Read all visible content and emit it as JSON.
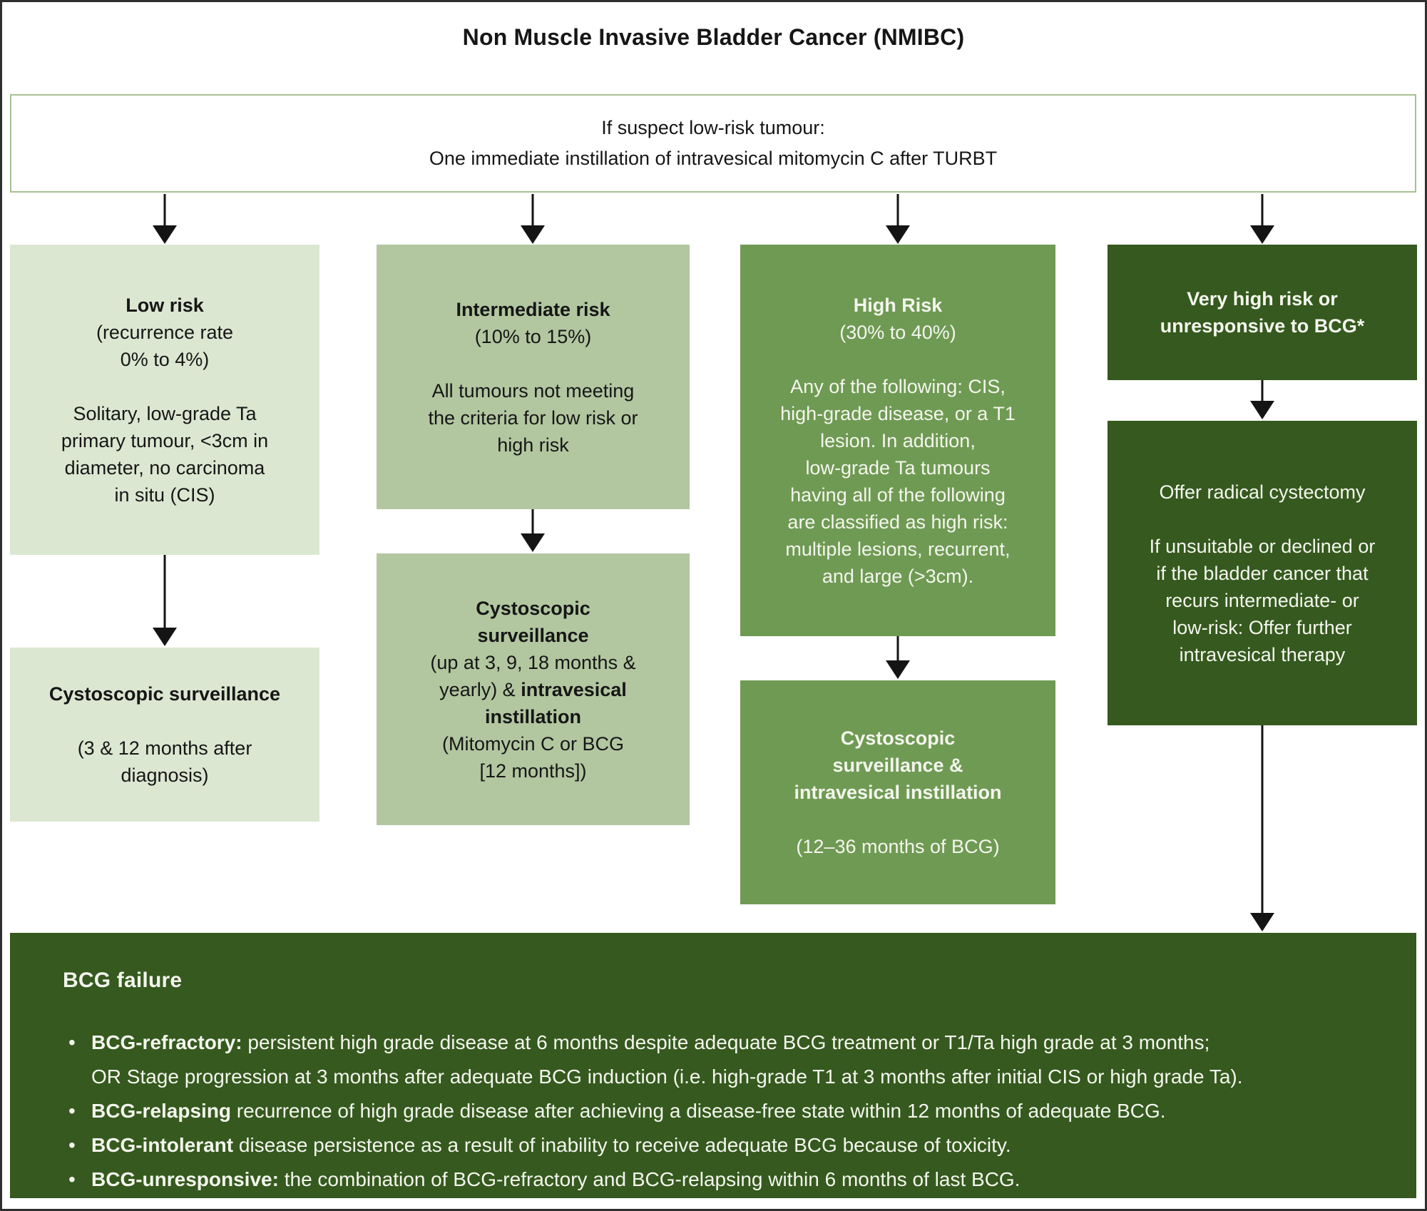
{
  "title": "Non Muscle Invasive Bladder Cancer (NMIBC)",
  "instruction": {
    "line1": "If suspect low-risk tumour:",
    "line2": "One immediate instillation of intravesical mitomycin C after TURBT"
  },
  "low": {
    "box1_bold": "Low risk",
    "box1_rest": "\n(recurrence rate\n0% to 4%)\n\nSolitary, low-grade Ta\nprimary tumour, <3cm in\ndiameter, no carcinoma\nin situ (CIS)",
    "box2_bold": "Cystoscopic surveillance",
    "box2_rest": "\n\n(3 & 12 months after\ndiagnosis)"
  },
  "intermediate": {
    "box1_bold": "Intermediate risk",
    "box1_rest": "\n(10% to 15%)\n\nAll tumours not meeting\nthe criteria for low risk or\nhigh risk",
    "box2_bold1": "Cystoscopic\nsurveillance",
    "box2_rest1": "\n(up at 3, 9, 18 months &\nyearly) & ",
    "box2_bold2": "intravesical\ninstillation",
    "box2_rest2": "\n(Mitomycin C or BCG\n[12 months])"
  },
  "high": {
    "box1_bold": "High Risk",
    "box1_rest": "\n(30% to 40%)\n\nAny of the following: CIS,\nhigh-grade disease, or a T1\nlesion. In addition,\nlow-grade Ta tumours\nhaving all of the following\nare classified as high risk:\nmultiple lesions, recurrent,\nand large (>3cm).",
    "box2_bold": "Cystoscopic\nsurveillance &\nintravesical instillation",
    "box2_rest": "\n\n(12–36 months of BCG)"
  },
  "very_high": {
    "box1_bold": "Very high risk or\nunresponsive to BCG*",
    "box2_text": "Offer radical cystectomy\n\nIf unsuitable or declined or\nif the bladder cancer that\nrecurs intermediate- or\nlow-risk: Offer further\nintravesical therapy"
  },
  "bcg_failure": {
    "heading": "BCG failure",
    "bullets": [
      {
        "lead": "BCG-refractory:",
        "text": " persistent high grade disease at 6 months despite adequate BCG treatment or T1/Ta high grade at 3 months;\nOR Stage progression at 3 months after adequate BCG induction (i.e. high-grade T1 at 3 months after initial CIS or high grade Ta)."
      },
      {
        "lead": "BCG-relapsing",
        "text": " recurrence of high grade disease after achieving a disease-free state within 12 months of adequate BCG."
      },
      {
        "lead": "BCG-intolerant",
        "text": " disease persistence as a result of inability to receive adequate BCG because of toxicity."
      },
      {
        "lead": "BCG-unresponsive:",
        "text": " the combination of BCG-refractory and BCG-relapsing within 6 months of last BCG."
      }
    ]
  },
  "colors": {
    "pale_green": "#dce7d1",
    "medium_green": "#b2c7a0",
    "mid_green": "#6f9a53",
    "dark_green": "#35591e",
    "instruction_border": "#a6c292",
    "arrow_black": "#141414",
    "text_dark": "#161616",
    "text_light": "#f4f6ee"
  }
}
